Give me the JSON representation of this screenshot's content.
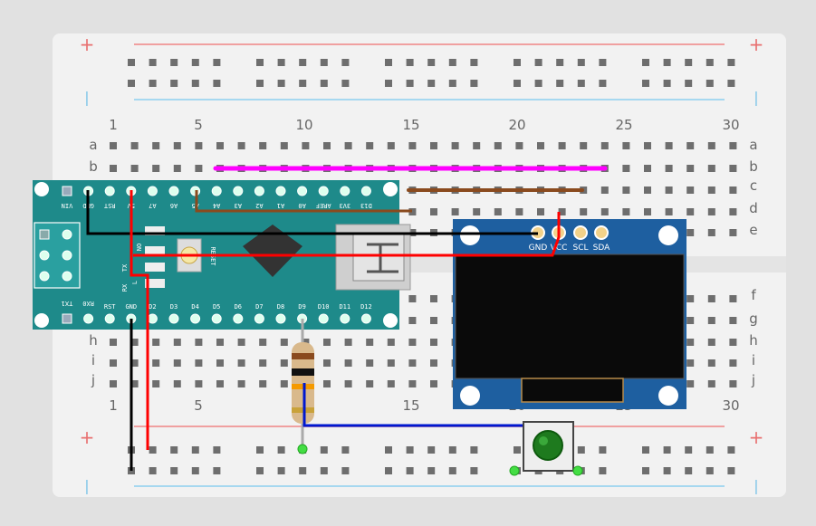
{
  "breadboard": {
    "column_numbers": [
      "1",
      "5",
      "10",
      "15",
      "20",
      "25",
      "30"
    ],
    "row_letters": [
      "a",
      "b",
      "c",
      "d",
      "e",
      "f",
      "g",
      "h",
      "i",
      "j"
    ],
    "rail_plus": "+",
    "rail_minus": "|"
  },
  "arduino": {
    "top_pins": [
      "VIN",
      "GND",
      "RST",
      "5V",
      "A7",
      "A6",
      "A5",
      "A4",
      "A3",
      "A2",
      "A1",
      "A0",
      "AREF",
      "3V3",
      "D13"
    ],
    "bottom_pins": [
      "TX1",
      "RX0",
      "RST",
      "GND",
      "D2",
      "D3",
      "D4",
      "D5",
      "D6",
      "D7",
      "D8",
      "D9",
      "D10",
      "D11",
      "D12"
    ],
    "side_labels": [
      "TX",
      "RX",
      "L"
    ],
    "pwr_label": "ON",
    "reset_label": "RESET"
  },
  "oled": {
    "pins": [
      "GND",
      "VCC",
      "SCL",
      "SDA"
    ]
  },
  "colors": {
    "board": "#f2f2f2",
    "hole": "#6e6e6e",
    "rail_red": "#f0a0a0",
    "rail_blue": "#a6d8f0",
    "arduino": "#1e8a8a",
    "oled_pcb": "#1e5fa0",
    "wire_red": "#ff0000",
    "wire_black": "#000000",
    "wire_brown": "#8a4a1e",
    "wire_magenta": "#ff00ff",
    "wire_blue": "#0018d0",
    "button": "#1e7a1e"
  }
}
